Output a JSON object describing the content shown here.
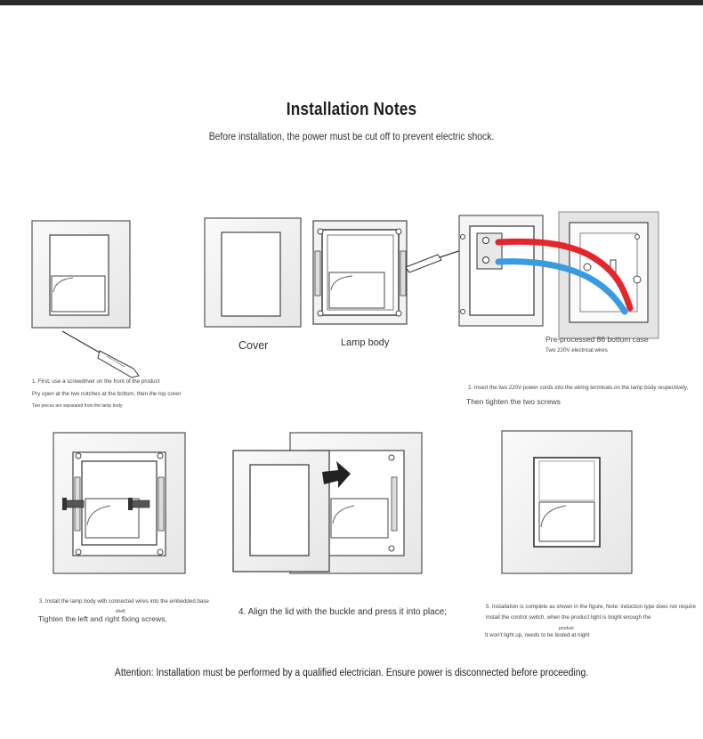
{
  "header": {
    "title": "Installation Notes",
    "subtitle": "Before installation, the power must be cut off to prevent electric shock."
  },
  "step1": {
    "line1": "1. First, use a screwdriver on the front of the product",
    "line2": "Pry open at the two notches at the bottom, then the top cover",
    "line3": "Two pieces are separated from the lamp body"
  },
  "parts": {
    "cover_label": "Cover",
    "lamp_body_label": "Lamp body"
  },
  "step2": {
    "box_label": "Pre-processed 86 bottom case",
    "wires_label": "Two 220V electrical wires",
    "line1": "2. Insert the two 220V power cords into the wiring terminals on the lamp body respectively,",
    "line2": "Then tighten the two screws"
  },
  "step3": {
    "line1": "3. Install the lamp body with connected wires into the embedded base",
    "line1b": "shell;",
    "line2": "Tighten the left and right fixing screws,"
  },
  "step4": {
    "line1": "4. Align the lid with the buckle and press it into place;"
  },
  "step5": {
    "line1": "5. Installation is complete as shown in the figure, Note: induction type does not require",
    "line2a": "install the control switch, when the product light is bright enough the",
    "line2b": "product",
    "line3": "It won't light up, needs to be tested at night"
  },
  "footer": {
    "attention": "Attention: Installation must be performed by a qualified electrician. Ensure power is disconnected before proceeding."
  },
  "colors": {
    "frame_fill": "#f4f4f4",
    "frame_stroke": "#555555",
    "wire_red": "#e3262b",
    "wire_blue": "#3b9be0",
    "screw_body": "#555555"
  }
}
